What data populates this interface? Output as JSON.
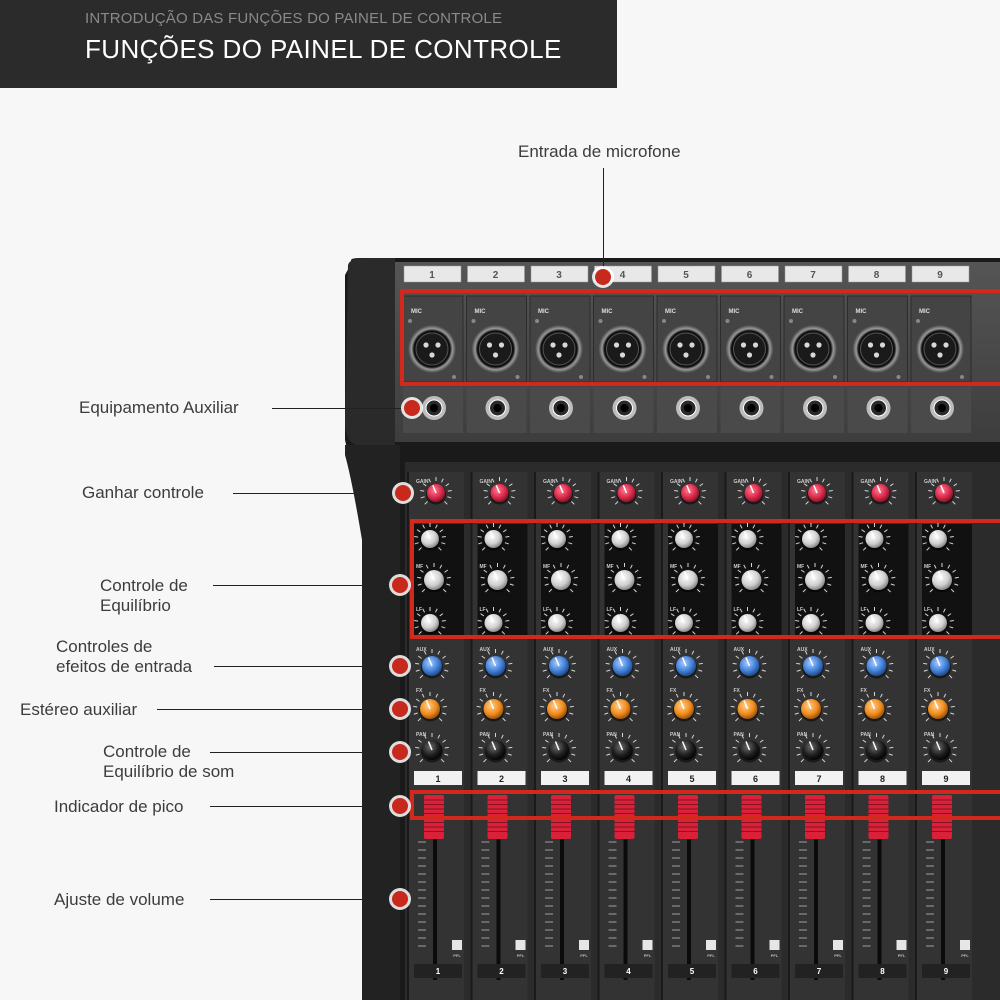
{
  "header": {
    "subtitle": "INTRODUÇÃO DAS FUNÇÕES DO PAINEL DE CONTROLE",
    "title": "FUNÇÕES DO PAINEL DE CONTROLE"
  },
  "callouts": {
    "mic_input": "Entrada de microfone",
    "aux_equipment": "Equipamento Auxiliar",
    "gain": "Ganhar controle",
    "eq_line1": "Controle de",
    "eq_line2": "Equilíbrio",
    "fx_line1": "Controles de",
    "fx_line2": "efeitos de entrada",
    "aux_stereo": "Estéreo auxiliar",
    "pan_line1": "Controle de",
    "pan_line2": "Equilíbrio de som",
    "peak": "Indicador de pico",
    "volume": "Ajuste de volume"
  },
  "mixer": {
    "channel_numbers": [
      "1",
      "2",
      "3",
      "4",
      "5",
      "6",
      "7",
      "8",
      "9"
    ],
    "labels": {
      "mic": "MIC",
      "gain": "GAIN",
      "mf": "MF",
      "lf": "LF",
      "aux": "AUX",
      "fx": "FX",
      "pan": "PAN",
      "pfl": "PFL"
    },
    "colors": {
      "accent_red": "#d3281c",
      "gain_knob": "#d8294a",
      "aux_knob": "#3f7fd6",
      "fx_knob": "#f08a1c",
      "panel": "#2d2d2d"
    }
  }
}
